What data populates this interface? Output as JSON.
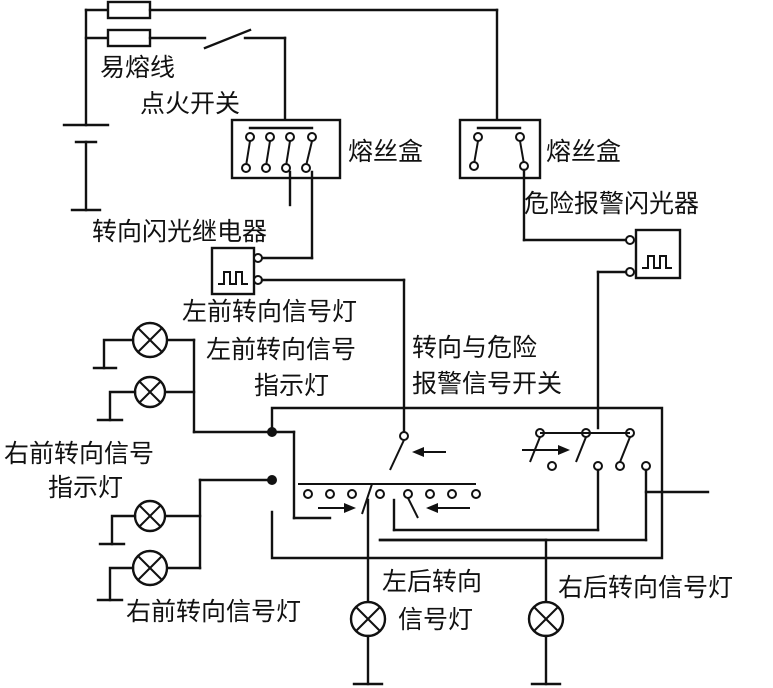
{
  "labels": {
    "fusible_link": "易熔线",
    "ignition_switch": "点火开关",
    "fuse_box_1": "熔丝盒",
    "fuse_box_2": "熔丝盒",
    "hazard_flasher": "危险报警闪光器",
    "turn_flasher_relay": "转向闪光继电器",
    "left_front_turn_lamp": "左前转向信号灯",
    "left_front_indicator_line1": "左前转向信号",
    "left_front_indicator_line2": "指示灯",
    "turn_hazard_switch_line1": "转向与危险",
    "turn_hazard_switch_line2": "报警信号开关",
    "right_front_indicator_line1": "右前转向信号",
    "right_front_indicator_line2": "指示灯",
    "right_front_turn_lamp": "右前转向信号灯",
    "left_rear_turn_lamp_line1": "左后转向",
    "left_rear_turn_lamp_line2": "信号灯",
    "right_rear_turn_lamp": "右后转向信号灯"
  }
}
